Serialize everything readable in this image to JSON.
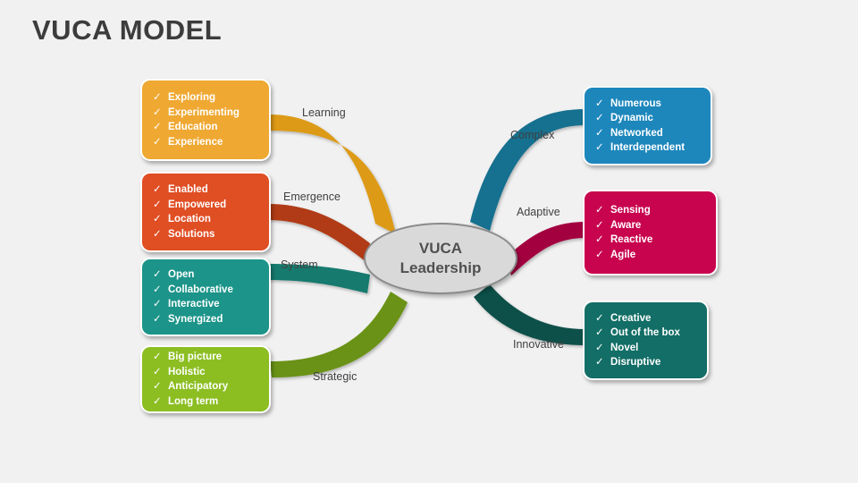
{
  "slide": {
    "title": "VUCA MODEL",
    "background_color": "#f1f1f1",
    "title_color": "#3c3c3c"
  },
  "center": {
    "line1": "VUCA",
    "line2": "Leadership",
    "fill_color": "#d9d9d9",
    "border_color": "#8a8a8a",
    "text_color": "#505050"
  },
  "check_glyph": "✓",
  "branches": [
    {
      "id": "learning",
      "side": "left",
      "label": "Learning",
      "color": "#efa832",
      "curve_color": "#dd9a16",
      "items": [
        "Exploring",
        "Experimenting",
        "Education",
        "Experience"
      ]
    },
    {
      "id": "emergence",
      "side": "left",
      "label": "Emergence",
      "color": "#e04e24",
      "curve_color": "#b03a19",
      "items": [
        "Enabled",
        "Empowered",
        "Location",
        "Solutions"
      ]
    },
    {
      "id": "system",
      "side": "left",
      "label": "System",
      "color": "#1c9489",
      "curve_color": "#127a6e",
      "items": [
        "Open",
        "Collaborative",
        "Interactive",
        "Synergized"
      ]
    },
    {
      "id": "strategic",
      "side": "left",
      "label": "Strategic",
      "color": "#8cbe22",
      "curve_color": "#6b9219",
      "items": [
        "Big picture",
        "Holistic",
        "Anticipatory",
        "Long term"
      ]
    },
    {
      "id": "complex",
      "side": "right",
      "label": "Complex",
      "color": "#1d87bc",
      "curve_color": "#16708f",
      "items": [
        "Numerous",
        "Dynamic",
        "Networked",
        "Interdependent"
      ]
    },
    {
      "id": "adaptive",
      "side": "right",
      "label": "Adaptive",
      "color": "#c8044e",
      "curve_color": "#a30341",
      "items": [
        "Sensing",
        "Aware",
        "Reactive",
        "Agile"
      ]
    },
    {
      "id": "innovative",
      "side": "right",
      "label": "Innovative",
      "color": "#126e66",
      "curve_color": "#0e4f49",
      "items": [
        "Creative",
        "Out of the box",
        "Novel",
        "Disruptive"
      ]
    }
  ]
}
